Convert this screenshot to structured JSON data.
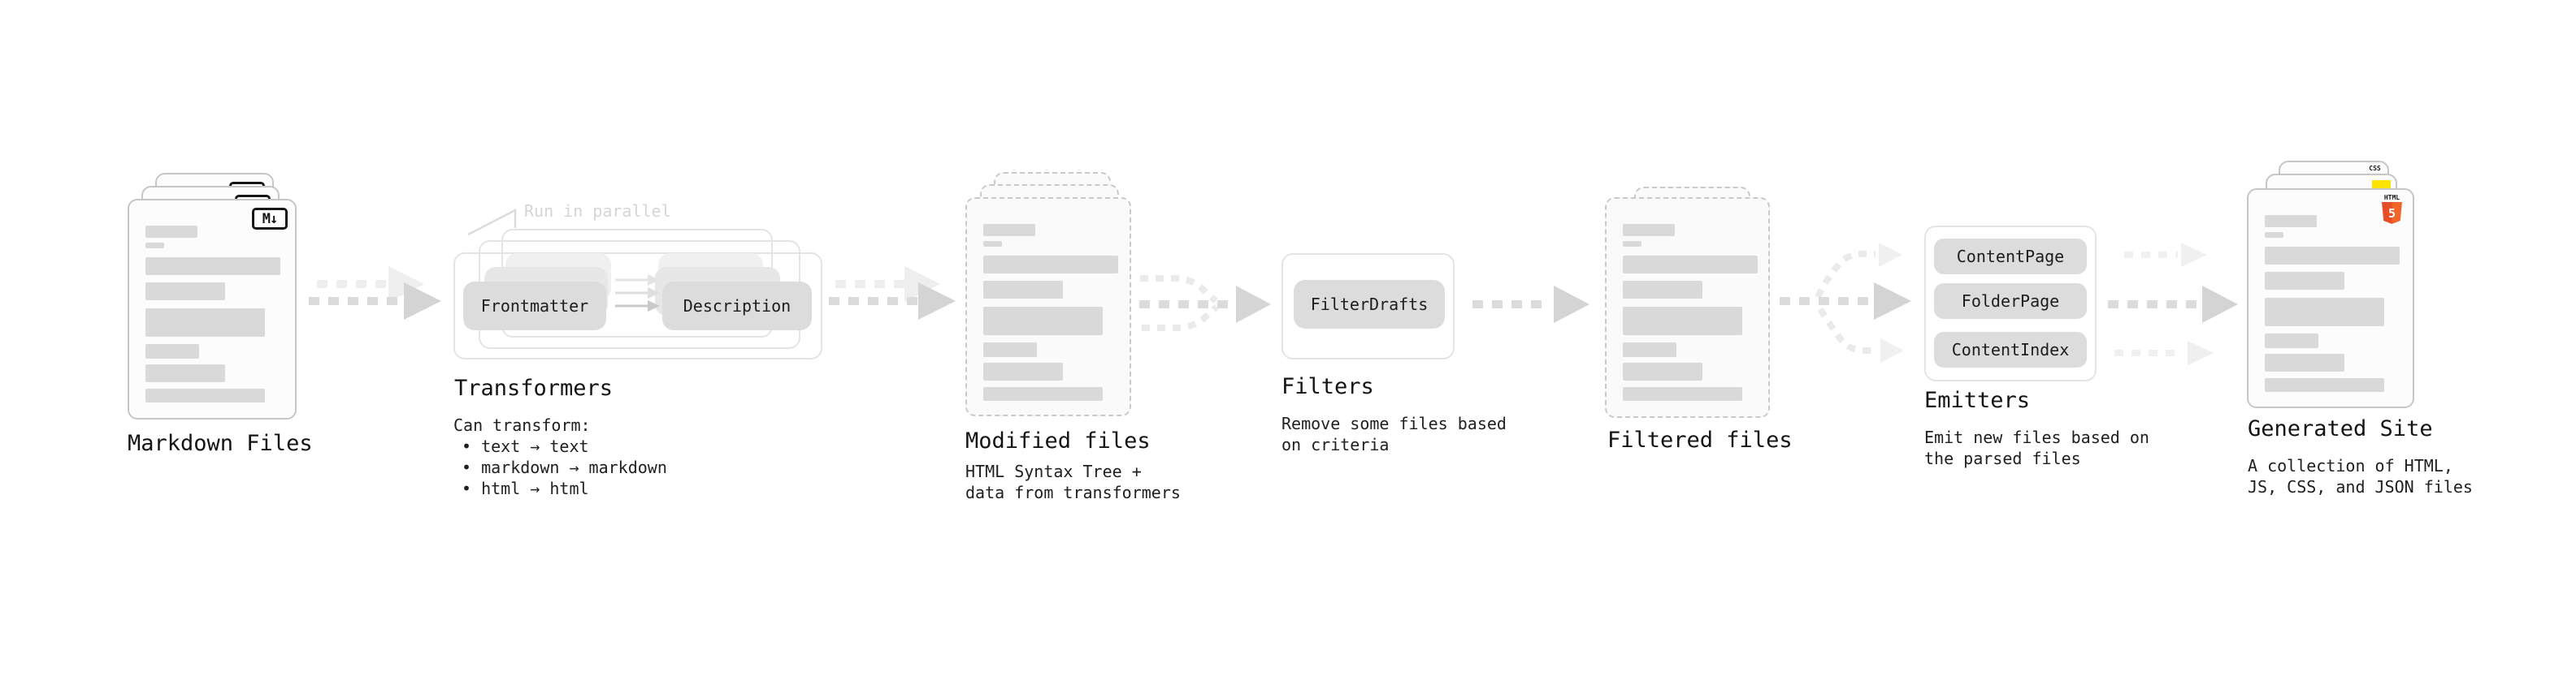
{
  "stages": {
    "markdown_files": {
      "label": "Markdown Files",
      "file_icon": "M↓"
    },
    "transformers": {
      "label": "Transformers",
      "callout": "Run in parallel",
      "pills": {
        "frontmatter": "Frontmatter",
        "description": "Description"
      },
      "desc_title": "Can transform:",
      "bullets": {
        "b1": "• text → text",
        "b2": "• markdown → markdown",
        "b3": "• html → html"
      }
    },
    "modified_files": {
      "label": "Modified files",
      "desc1": "HTML Syntax Tree +",
      "desc2": "data from transformers"
    },
    "filters": {
      "label": "Filters",
      "pill": "FilterDrafts",
      "desc1": "Remove some files based",
      "desc2": "on criteria"
    },
    "filtered_files": {
      "label": "Filtered files"
    },
    "emitters": {
      "label": "Emitters",
      "pills": {
        "p1": "ContentPage",
        "p2": "FolderPage",
        "p3": "ContentIndex"
      },
      "desc1": "Emit new files based on",
      "desc2": "the parsed files"
    },
    "generated_site": {
      "label": "Generated Site",
      "desc1": "A collection of HTML,",
      "desc2": "JS, CSS, and JSON files",
      "badges": {
        "css": "CSS",
        "html_label": "HTML",
        "html_number": "5"
      }
    }
  },
  "colors": {
    "text": "#1a1a1a",
    "faded_text": "#d5d5d5",
    "bar_gray": "#d9d9d9",
    "pill_bg": "#dcdcdc",
    "arrow_gray": "#dbdbdb",
    "arrow_head": "#d4d4d4",
    "arrow_faint": "#eeeeee",
    "html5_orange": "#e44d26",
    "js_yellow": "#ffe400",
    "css_blue": "#2f62ff"
  }
}
